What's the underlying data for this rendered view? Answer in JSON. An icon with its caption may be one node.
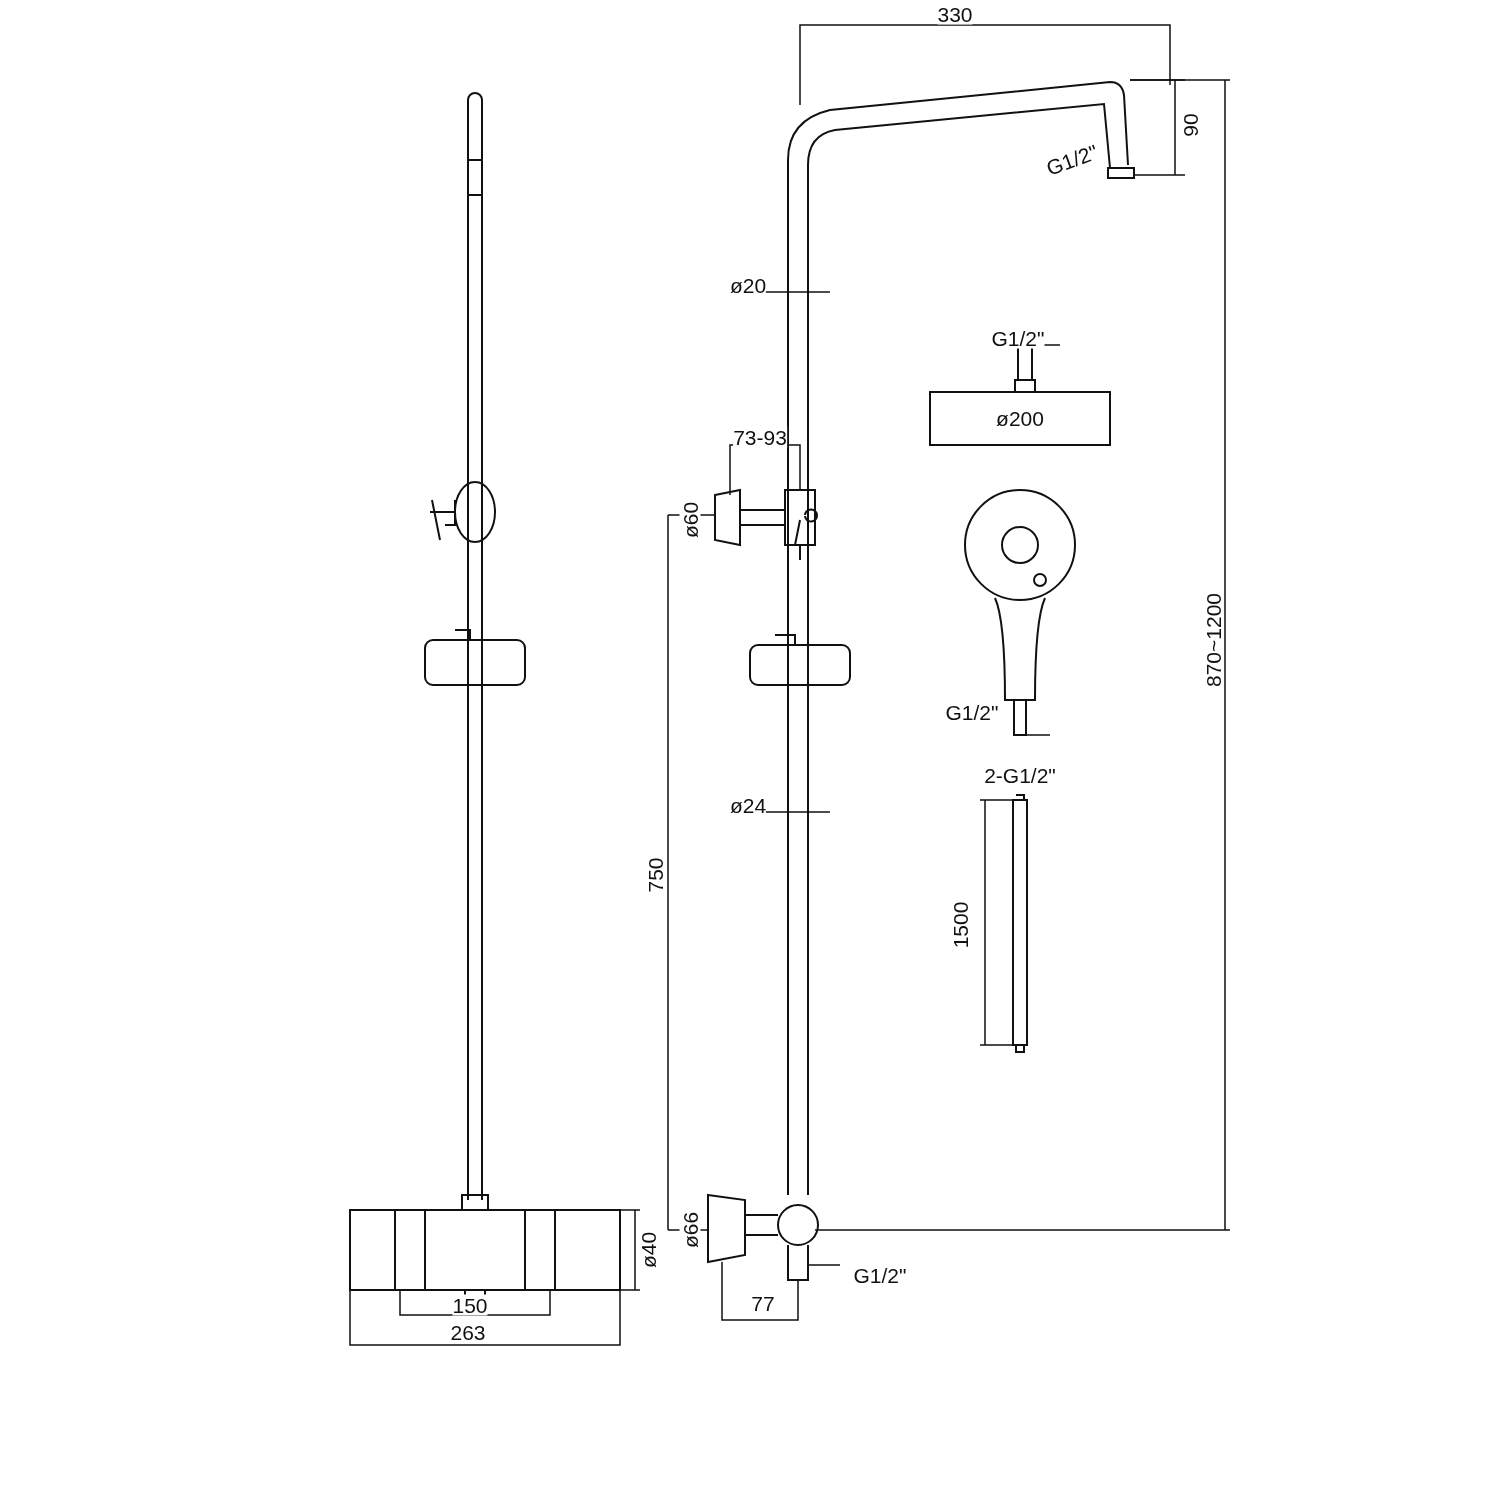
{
  "diagram": {
    "labels": [
      "330",
      "90",
      "G1/2\"",
      "ø20",
      "G1/2\"",
      "ø200",
      "73-93",
      "ø60",
      "870~1200",
      "G1/2\"",
      "2-G1/2\"",
      "ø24",
      "750",
      "1500",
      "ø66",
      "G1/2\"",
      "ø40",
      "150",
      "77",
      "263"
    ]
  }
}
